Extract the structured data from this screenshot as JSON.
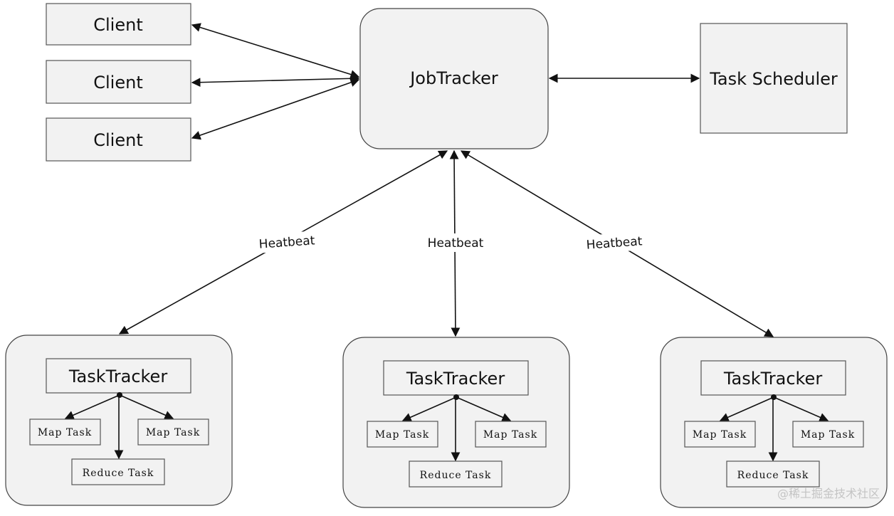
{
  "clients": [
    "Client",
    "Client",
    "Client"
  ],
  "job_tracker": "JobTracker",
  "task_scheduler": "Task Scheduler",
  "heartbeat_labels": [
    "Heatbeat",
    "Heatbeat",
    "Heatbeat"
  ],
  "task_trackers": [
    {
      "title": "TaskTracker",
      "map_tasks": [
        "Map Task",
        "Map Task"
      ],
      "reduce_task": "Reduce Task"
    },
    {
      "title": "TaskTracker",
      "map_tasks": [
        "Map Task",
        "Map Task"
      ],
      "reduce_task": "Reduce Task"
    },
    {
      "title": "TaskTracker",
      "map_tasks": [
        "Map Task",
        "Map Task"
      ],
      "reduce_task": "Reduce Task"
    }
  ],
  "watermark": "@稀土掘金技术社区"
}
